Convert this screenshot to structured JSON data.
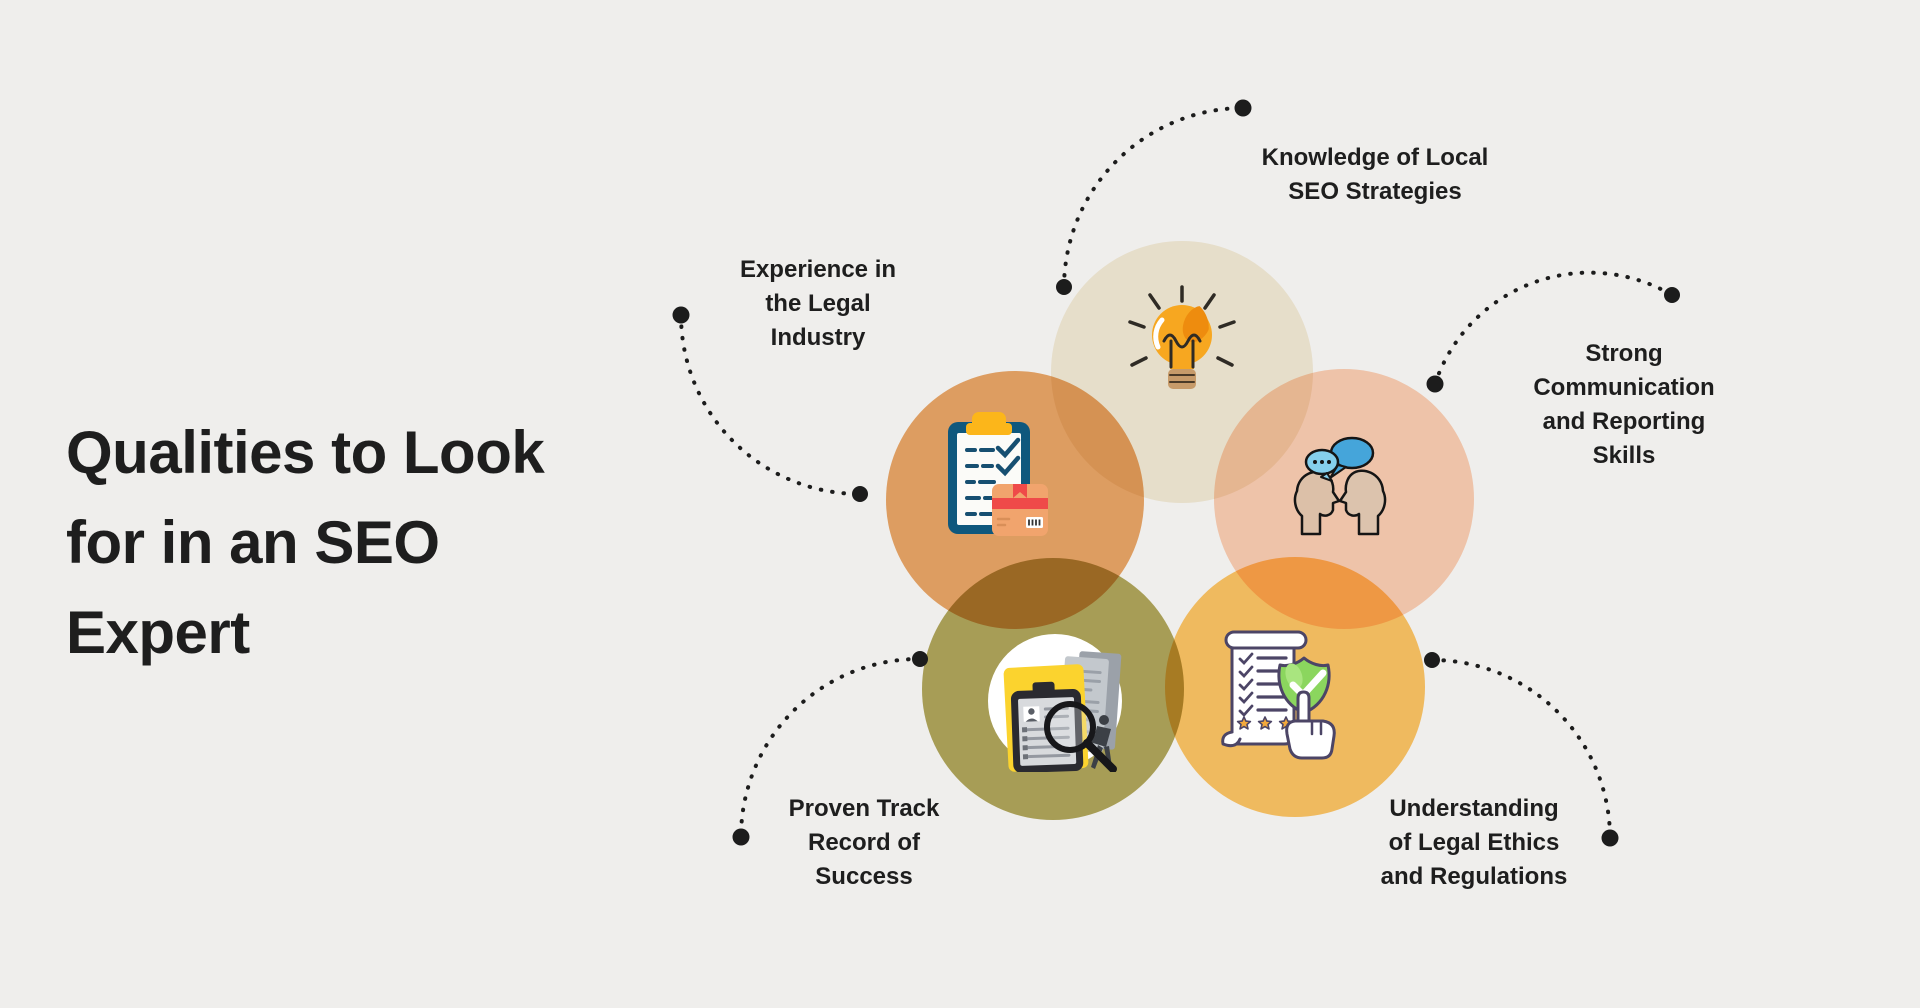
{
  "page": {
    "background_color": "#efeeec",
    "text_color": "#1e1e1e",
    "connector_dot_color": "#1c1c1c"
  },
  "title": {
    "full": "Qualities to Look for in an SEO Expert",
    "lines": [
      "Qualities to Look",
      "for in an SEO",
      "Expert"
    ]
  },
  "qualities": [
    {
      "id": "knowledge-local-seo",
      "label": "Knowledge of Local SEO Strategies",
      "lines": [
        "Knowledge of Local",
        "SEO Strategies"
      ],
      "icon": "lightbulb-icon",
      "circle_color": "#f6eedb"
    },
    {
      "id": "experience-legal-industry",
      "label": "Experience in the Legal Industry",
      "lines": [
        "Experience in",
        "the Legal",
        "Industry"
      ],
      "icon": "clipboard-checklist-icon",
      "circle_color": "#eca869"
    },
    {
      "id": "communication-reporting",
      "label": "Strong Communication and Reporting Skills",
      "lines": [
        "Strong",
        "Communication",
        "and Reporting",
        "Skills"
      ],
      "icon": "chat-heads-icon",
      "circle_color": "#fed1b7"
    },
    {
      "id": "proven-track-record",
      "label": "Proven Track Record of Success",
      "lines": [
        "Proven Track",
        "Record of",
        "Success"
      ],
      "icon": "magnifier-documents-icon",
      "circle_color": "#b2a85d"
    },
    {
      "id": "legal-ethics-regulations",
      "label": "Understanding of Legal Ethics and Regulations",
      "lines": [
        "Understanding",
        "of Legal Ethics",
        "and Regulations"
      ],
      "icon": "shield-checklist-icon",
      "circle_color": "#ffc767"
    }
  ]
}
